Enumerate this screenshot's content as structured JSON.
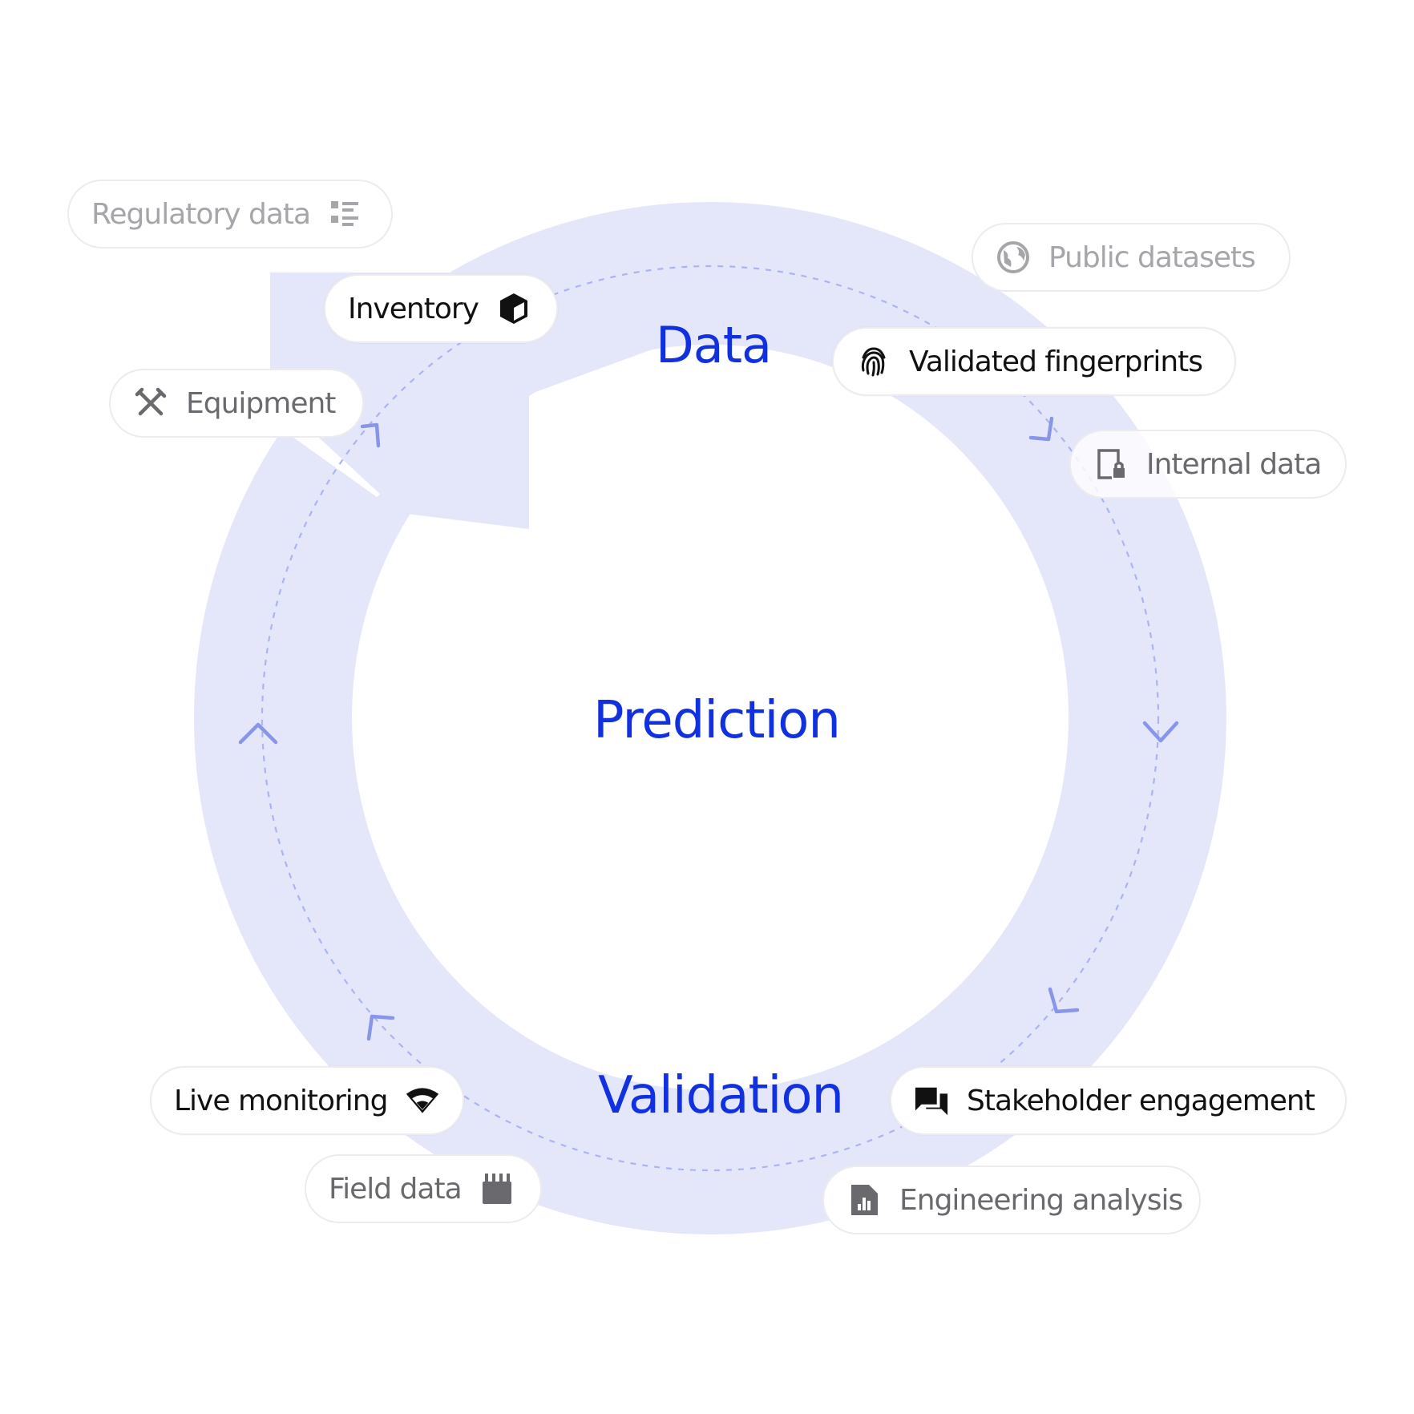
{
  "center": {
    "title": "Prediction"
  },
  "phases": {
    "data": "Data",
    "validation": "Validation"
  },
  "pills": {
    "regulatory": {
      "label": "Regulatory data",
      "icon": "list-icon"
    },
    "public": {
      "label": "Public datasets",
      "icon": "globe-icon"
    },
    "inventory": {
      "label": "Inventory",
      "icon": "cube-icon"
    },
    "validated": {
      "label": "Validated fingerprints",
      "icon": "fingerprint-icon"
    },
    "equipment": {
      "label": "Equipment",
      "icon": "tools-icon"
    },
    "internal": {
      "label": "Internal data",
      "icon": "locked-file-icon"
    },
    "live": {
      "label": "Live monitoring",
      "icon": "wifi-icon"
    },
    "stakeholder": {
      "label": "Stakeholder engagement",
      "icon": "chat-icon"
    },
    "field": {
      "label": "Field data",
      "icon": "fence-icon"
    },
    "engineering": {
      "label": "Engineering analysis",
      "icon": "report-icon"
    }
  },
  "colors": {
    "accent": "#1131e0",
    "ring": "#e4e7f9",
    "dash": "#aab4f0",
    "arrow": "#8796e8",
    "text_strong": "#111111",
    "text_mid": "#6a6a6e",
    "text_light": "#a6a6aa"
  }
}
